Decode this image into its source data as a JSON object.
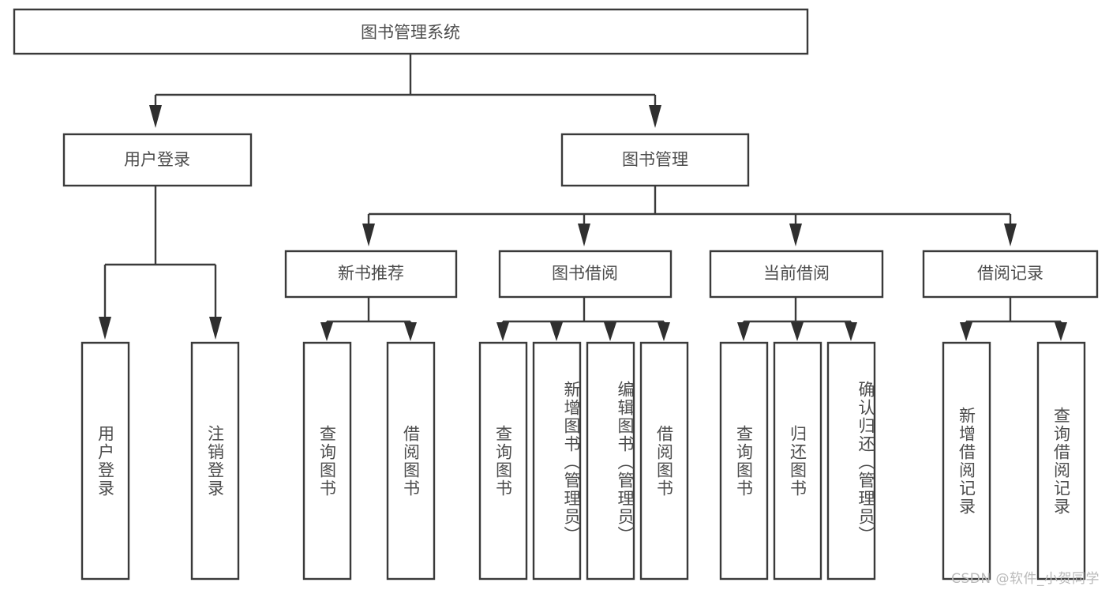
{
  "diagram": {
    "type": "tree-hierarchy-chart",
    "title": "图书管理系统",
    "orientation": "top-down",
    "colors": {
      "box_fill": "#ffffff",
      "box_stroke": "#3a3a3a",
      "text": "#4c4c4c",
      "connector": "#3a3a3a",
      "watermark": "#b9b9b9",
      "background": "#ffffff"
    },
    "root": {
      "label": "图书管理系统"
    },
    "level2": [
      {
        "label": "用户登录"
      },
      {
        "label": "图书管理"
      }
    ],
    "level3": [
      {
        "label": "新书推荐"
      },
      {
        "label": "图书借阅"
      },
      {
        "label": "当前借阅"
      },
      {
        "label": "借阅记录"
      }
    ],
    "leaves": {
      "user_login": [
        {
          "label": "用户登录"
        },
        {
          "label": "注销登录"
        }
      ],
      "new_book_recommend": [
        {
          "label": "查询图书"
        },
        {
          "label": "借阅图书"
        }
      ],
      "book_borrow": [
        {
          "label": "查询图书"
        },
        {
          "label": "新增图书（管理员）"
        },
        {
          "label": "编辑图书（管理员）"
        },
        {
          "label": "借阅图书"
        }
      ],
      "current_borrow": [
        {
          "label": "查询图书"
        },
        {
          "label": "归还图书"
        },
        {
          "label": "确认归还（管理员）"
        }
      ],
      "borrow_record": [
        {
          "label": "新增借阅记录"
        },
        {
          "label": "查询借阅记录"
        }
      ]
    }
  },
  "watermark": {
    "text": "CSDN @软件_小贺同学"
  }
}
